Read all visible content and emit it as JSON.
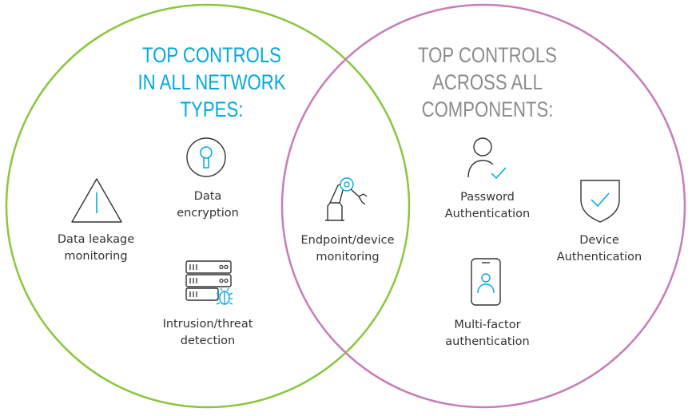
{
  "colors": {
    "left_circle": "#8cc63f",
    "right_circle": "#c87db8",
    "left_heading": "#00a8e0",
    "right_heading": "#8c8c8c",
    "icon_stroke": "#333333",
    "icon_accent": "#00a8e0",
    "label_text": "#333333"
  },
  "left_heading": {
    "lines": [
      "TOP CONTROLS",
      "IN ALL NETWORK",
      "TYPES:"
    ]
  },
  "right_heading": {
    "lines": [
      "TOP CONTROLS",
      "ACROSS ALL",
      "COMPONENTS:"
    ]
  },
  "items": {
    "data_leakage": {
      "icon": "warning-triangle-icon",
      "lines": [
        "Data leakage",
        "monitoring"
      ]
    },
    "data_encryption": {
      "icon": "keyhole-icon",
      "lines": [
        "Data",
        "encryption"
      ]
    },
    "intrusion": {
      "icon": "server-bug-icon",
      "lines": [
        "Intrusion/threat",
        "detection"
      ]
    },
    "endpoint": {
      "icon": "robotic-arm-icon",
      "lines": [
        "Endpoint/device",
        "monitoring"
      ]
    },
    "password": {
      "icon": "user-check-icon",
      "lines": [
        "Password",
        "Authentication"
      ]
    },
    "device_auth": {
      "icon": "shield-check-icon",
      "lines": [
        "Device",
        "Authentication"
      ]
    },
    "mfa": {
      "icon": "phone-user-icon",
      "lines": [
        "Multi-factor",
        "authentication"
      ]
    }
  }
}
